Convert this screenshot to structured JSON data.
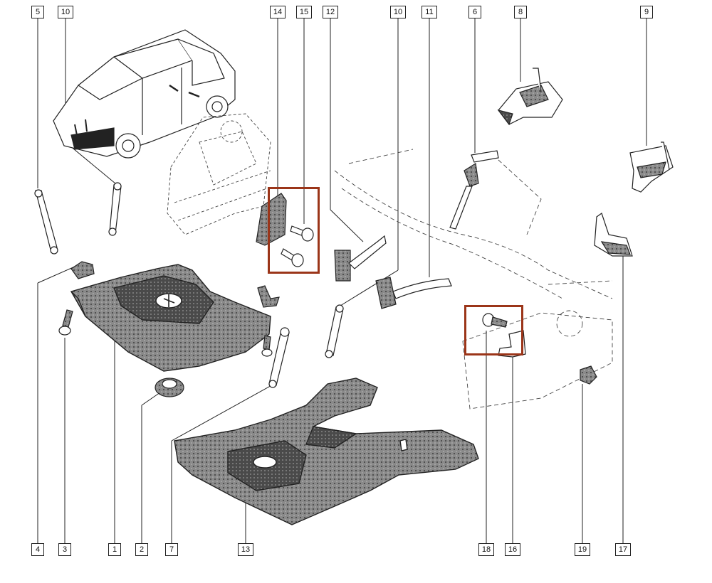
{
  "callouts_top": [
    "5",
    "10",
    "14",
    "15",
    "12",
    "10",
    "11",
    "6",
    "8",
    "9"
  ],
  "callouts_bottom": [
    "4",
    "3",
    "1",
    "2",
    "7",
    "13",
    "18",
    "16",
    "19",
    "17"
  ],
  "colors": {
    "highlight": "#9b3519",
    "line": "#222222",
    "fill_dark": "#3a3a3a",
    "fill_mid": "#777777"
  }
}
